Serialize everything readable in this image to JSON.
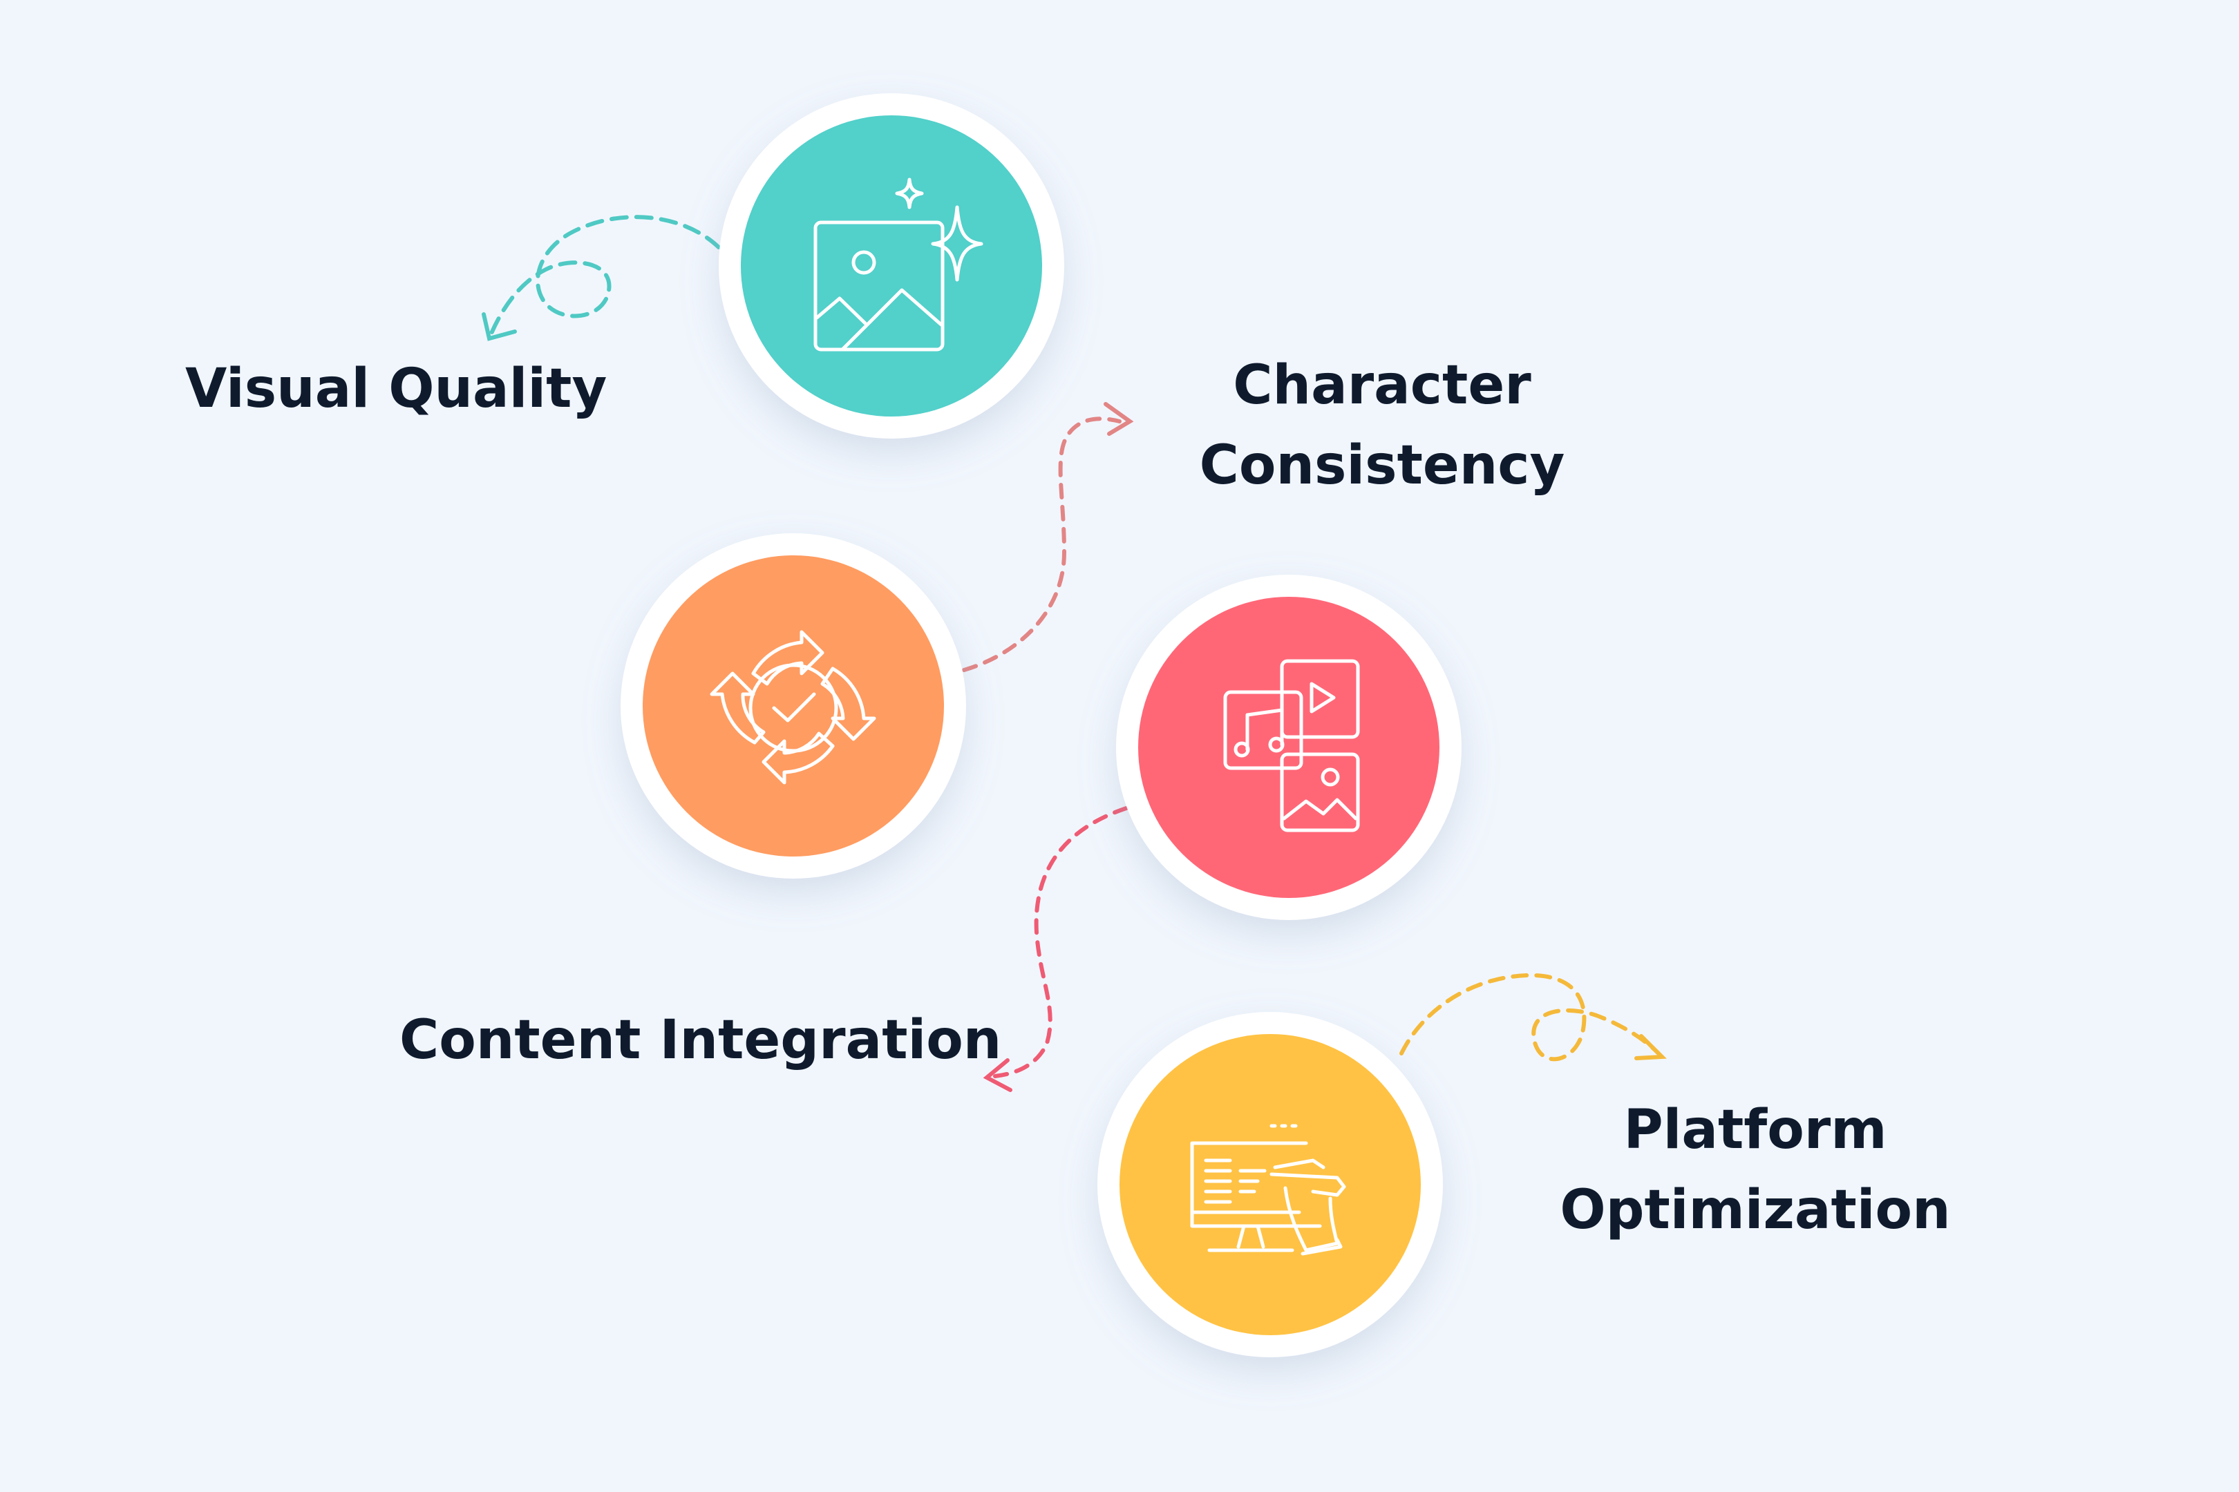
{
  "colors": {
    "background": "#f1f6fd",
    "ring": "#ffffff",
    "text": "#0f1b2d",
    "visual_quality": "#52d0ca",
    "character_consistency": "#ff9c61",
    "content_integration": "#ff6777",
    "platform_optimization": "#ffc244",
    "connector_teal": "#4fc9c3",
    "connector_salmon": "#e28585",
    "connector_pink": "#ef5b73",
    "connector_yellow": "#f5b93a"
  },
  "steps": [
    {
      "id": "visual-quality",
      "label_lines": [
        "Visual Quality"
      ],
      "icon": "image-sparkle-icon",
      "color_key": "visual_quality"
    },
    {
      "id": "character-consistency",
      "label_lines": [
        "Character",
        "Consistency"
      ],
      "icon": "cycle-check-icon",
      "color_key": "character_consistency"
    },
    {
      "id": "content-integration",
      "label_lines": [
        "Content Integration"
      ],
      "icon": "media-stack-icon",
      "color_key": "content_integration"
    },
    {
      "id": "platform-optimization",
      "label_lines": [
        "Platform",
        "Optimization"
      ],
      "icon": "monitor-pen-icon",
      "color_key": "platform_optimization"
    }
  ]
}
